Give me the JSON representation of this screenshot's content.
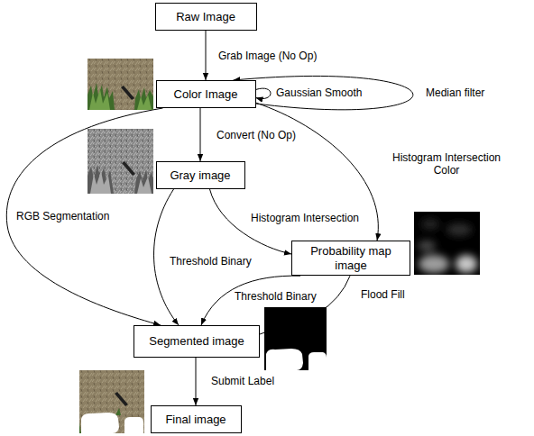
{
  "diagram": {
    "nodes": [
      {
        "text": [
          "Raw Image"
        ]
      },
      {
        "text": [
          "Color Image"
        ]
      },
      {
        "text": [
          "Gray image"
        ]
      },
      {
        "text": [
          "Probability map image"
        ]
      },
      {
        "text": [
          "Segmented image"
        ]
      },
      {
        "text": [
          "Final image"
        ]
      }
    ],
    "edges": [
      {
        "from": 0,
        "to": 1,
        "label": "Grab Image (No Op)",
        "arrow": "to"
      },
      {
        "from": 1,
        "to": 1,
        "label": "Gaussian Smooth",
        "arrow": "to"
      },
      {
        "from": 1,
        "to": 1,
        "label": "Median filter",
        "arrow": "to"
      },
      {
        "from": 1,
        "to": 2,
        "label": "Convert (No Op)",
        "arrow": "to"
      },
      {
        "from": 1,
        "to": 4,
        "label": "RGB Segmentation",
        "arrow": "to"
      },
      {
        "from": 1,
        "to": 3,
        "label": "Histogram Intersection Color",
        "arrow": "to"
      },
      {
        "from": 2,
        "to": 3,
        "label": "Histogram Intersection",
        "arrow": "to"
      },
      {
        "from": 2,
        "to": 4,
        "label": "Threshold Binary",
        "arrow": "to"
      },
      {
        "from": 3,
        "to": 4,
        "label": "Threshold Binary",
        "arrow": "to"
      },
      {
        "from": 3,
        "to": 4,
        "label": "Flood Fill",
        "arrow": "none"
      },
      {
        "from": 4,
        "to": 5,
        "label": "Submit Label",
        "arrow": "to"
      }
    ]
  }
}
